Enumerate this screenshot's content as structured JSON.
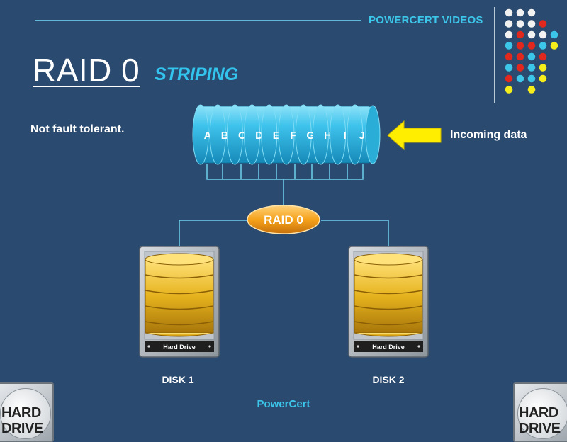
{
  "header": {
    "brand": "POWERCERT VIDEOS",
    "title": "RAID 0",
    "subtitle": "STRIPING"
  },
  "notes": {
    "fault": "Not fault tolerant.",
    "incoming": "Incoming data"
  },
  "diagram": {
    "blocks": [
      "A",
      "B",
      "C",
      "D",
      "E",
      "F",
      "G",
      "H",
      "I",
      "J"
    ],
    "controller_label": "RAID 0",
    "disks": [
      {
        "caption": "DISK 1",
        "badge": "Hard Drive"
      },
      {
        "caption": "DISK 2",
        "badge": "Hard Drive"
      }
    ]
  },
  "footer": "PowerCert",
  "corner_icons": {
    "left": "HARD\nDRIVE",
    "right": "HARD\nDRIVE"
  },
  "colors": {
    "background": "#2b4a6f",
    "accent": "#3cc6ea",
    "arrow": "#ffee00",
    "controller": "#f5a21b",
    "disk_gold": "#e6b31e",
    "dot_white": "#f2f2f2",
    "dot_red": "#e0281e",
    "dot_cyan": "#3cc6ea",
    "dot_yellow": "#f5ee1a"
  }
}
